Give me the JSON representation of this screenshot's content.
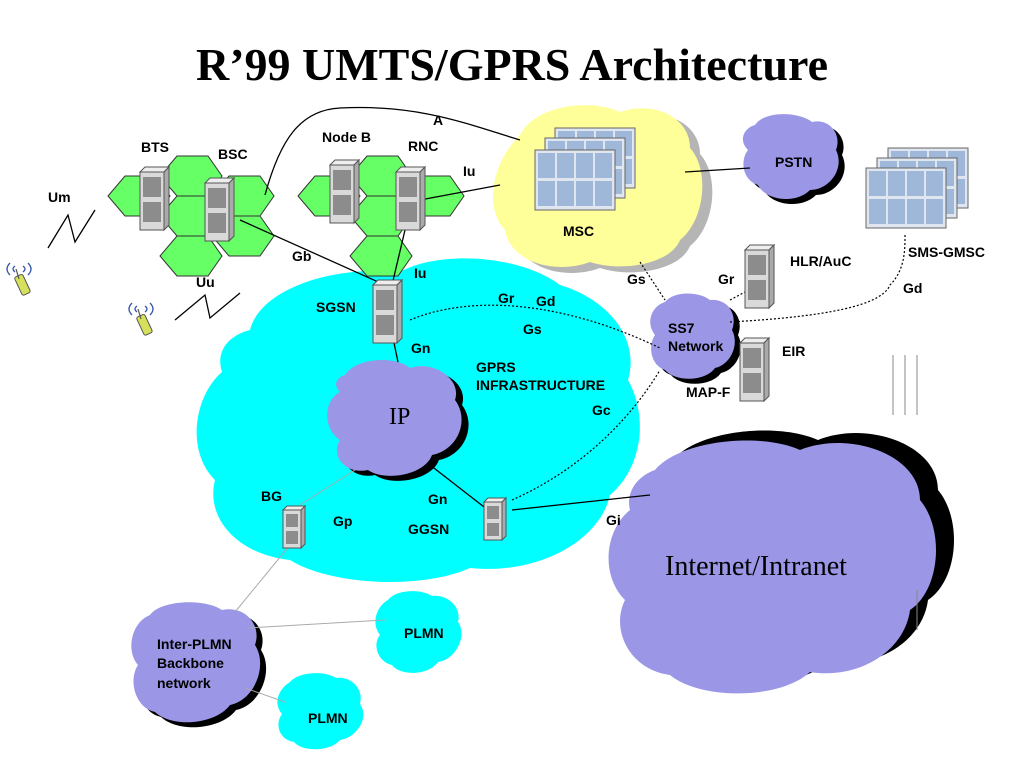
{
  "title": "R’99 UMTS/GPRS Architecture",
  "colors": {
    "green": "#66ff66",
    "cyan": "#00ffff",
    "lavender": "#9b96e6",
    "pale_yellow": "#ffff99",
    "server_gray": "#d9d9d9",
    "server_blue": "#b8c9e3",
    "tower_gray": "#bfbfbf"
  },
  "labels": {
    "bts": "BTS",
    "bsc": "BSC",
    "node_b": "Node B",
    "rnc": "RNC",
    "a": "A",
    "iu_top": "Iu",
    "iu_mid": "Iu",
    "msc": "MSC",
    "pstn": "PSTN",
    "sms_gmsc": "SMS-GMSC",
    "hlr_auc": "HLR/AuC",
    "gr_right": "Gr",
    "gs_right": "Gs",
    "gd_right": "Gd",
    "um": "Um",
    "uu": "Uu",
    "gb": "Gb",
    "sgsn": "SGSN",
    "gr_mid": "Gr",
    "gd_mid": "Gd",
    "gs_mid": "Gs",
    "gn_top": "Gn",
    "gprs_line1": "GPRS",
    "gprs_line2": "INFRASTRUCTURE",
    "ss7_line1": "SS7",
    "ss7_line2": "Network",
    "eir": "EIR",
    "map_f": "MAP-F",
    "gc": "Gc",
    "ip": "IP",
    "bg": "BG",
    "gp": "Gp",
    "gn_bottom": "Gn",
    "ggsn": "GGSN",
    "gi": "Gi",
    "internet": "Internet/Intranet",
    "inter_plmn_line1": "Inter-PLMN",
    "inter_plmn_line2": "Backbone",
    "inter_plmn_line3": "network",
    "plmn_1": "PLMN",
    "plmn_2": "PLMN"
  }
}
